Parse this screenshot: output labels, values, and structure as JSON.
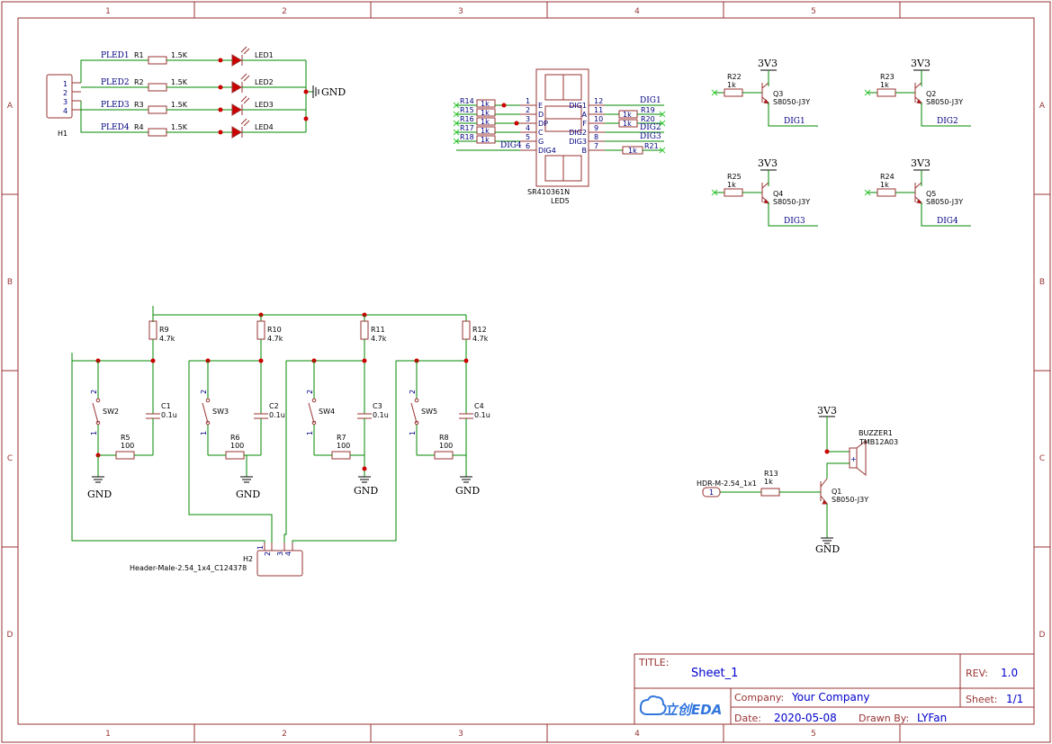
{
  "zones": {
    "columns": [
      "1",
      "2",
      "3",
      "4",
      "5"
    ],
    "rows": [
      "A",
      "B",
      "C",
      "D"
    ]
  },
  "header_h1": {
    "ref": "H1",
    "pins": [
      "1",
      "2",
      "3",
      "4"
    ]
  },
  "led_nets": [
    "PLED1",
    "PLED2",
    "PLED3",
    "PLED4"
  ],
  "led_resistors": [
    {
      "ref": "R1",
      "value": "1.5K"
    },
    {
      "ref": "R2",
      "value": "1.5K"
    },
    {
      "ref": "R3",
      "value": "1.5K"
    },
    {
      "ref": "R4",
      "value": "1.5K"
    }
  ],
  "leds": [
    "LED1",
    "LED2",
    "LED3",
    "LED4"
  ],
  "gnd_label": "GND",
  "display": {
    "ref": "LED5",
    "part": "SR410361N",
    "left_pins": [
      {
        "num": "1",
        "name": "E"
      },
      {
        "num": "2",
        "name": "D"
      },
      {
        "num": "3",
        "name": "DP"
      },
      {
        "num": "4",
        "name": "C"
      },
      {
        "num": "5",
        "name": "G"
      },
      {
        "num": "6",
        "name": "DIG4"
      }
    ],
    "right_pins": [
      {
        "num": "12",
        "name": "DIG1"
      },
      {
        "num": "11",
        "name": "A"
      },
      {
        "num": "10",
        "name": "F"
      },
      {
        "num": "9",
        "name": "DIG2"
      },
      {
        "num": "8",
        "name": "DIG3"
      },
      {
        "num": "7",
        "name": "B"
      }
    ],
    "left_resistors": [
      "R14",
      "R15",
      "R16",
      "R17",
      "R18"
    ],
    "right_resistors": [
      "R19",
      "R20",
      "R21"
    ],
    "resistor_value": "1k",
    "net_labels": [
      "DIG1",
      "DIG2",
      "DIG3",
      "DIG4"
    ]
  },
  "drivers": [
    {
      "rref": "R22",
      "rval": "1k",
      "qref": "Q3",
      "qpart": "S8050-J3Y",
      "net": "DIG1",
      "pwr": "3V3"
    },
    {
      "rref": "R23",
      "rval": "1k",
      "qref": "Q2",
      "qpart": "S8050-J3Y",
      "net": "DIG2",
      "pwr": "3V3"
    },
    {
      "rref": "R25",
      "rval": "1k",
      "qref": "Q4",
      "qpart": "S8050-J3Y",
      "net": "DIG3",
      "pwr": "3V3"
    },
    {
      "rref": "R24",
      "rval": "1k",
      "qref": "Q5",
      "qpart": "S8050-J3Y",
      "net": "DIG4",
      "pwr": "3V3"
    }
  ],
  "switches": [
    {
      "pull": "R9",
      "pull_val": "4.7k",
      "sw": "SW2",
      "cap": "C1",
      "cap_val": "0.1u",
      "ser": "R5",
      "ser_val": "100"
    },
    {
      "pull": "R10",
      "pull_val": "4.7k",
      "sw": "SW3",
      "cap": "C2",
      "cap_val": "0.1u",
      "ser": "R6",
      "ser_val": "100"
    },
    {
      "pull": "R11",
      "pull_val": "4.7k",
      "sw": "SW4",
      "cap": "C3",
      "cap_val": "0.1u",
      "ser": "R7",
      "ser_val": "100"
    },
    {
      "pull": "R12",
      "pull_val": "4.7k",
      "sw": "SW5",
      "cap": "C4",
      "cap_val": "0.1u",
      "ser": "R8",
      "ser_val": "100"
    }
  ],
  "switch_pins": [
    "1",
    "2"
  ],
  "header_h2": {
    "ref": "H2",
    "part": "Header-Male-2.54_1x4_C124378",
    "pins": [
      "1",
      "2",
      "3",
      "4"
    ]
  },
  "buzzer": {
    "pwr": "3V3",
    "ref": "BUZZER1",
    "part": "TMB12A03",
    "conn_part": "HDR-M-2.54_1x1",
    "conn_pin": "1",
    "rref": "R13",
    "rval": "1k",
    "qref": "Q1",
    "qpart": "S8050-J3Y",
    "gnd": "GND"
  },
  "title_block": {
    "title_label": "TITLE:",
    "title": "Sheet_1",
    "rev_label": "REV:",
    "rev": "1.0",
    "company_label": "Company:",
    "company": "Your Company",
    "sheet_label": "Sheet:",
    "sheet": "1/1",
    "date_label": "Date:",
    "date": "2020-05-08",
    "drawn_label": "Drawn By:",
    "drawn": "LYFan",
    "logo_text": "立创EDA"
  },
  "colors": {
    "frame": "#993333",
    "wire": "#008800",
    "junction": "#cc0000",
    "net_label": "#000080",
    "title_value": "#0000cc"
  }
}
